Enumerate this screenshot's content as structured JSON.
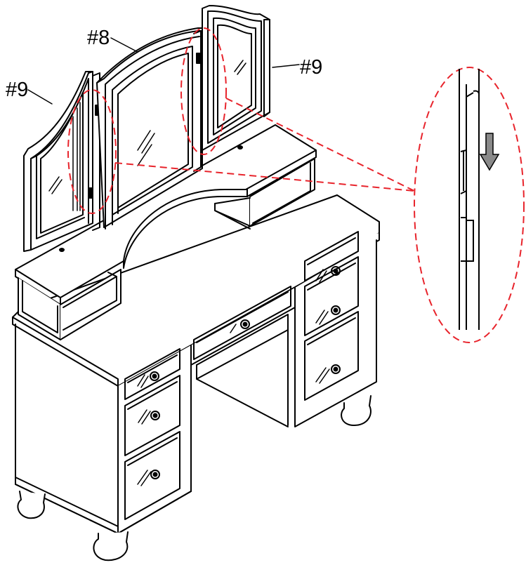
{
  "callouts": {
    "center_mirror": "#8",
    "left_mirror": "#9",
    "right_mirror": "#9"
  },
  "colors": {
    "line": "#000000",
    "detail_highlight": "#e8242c",
    "arrow_fill": "#8a8a8a",
    "background": "#ffffff"
  },
  "detail": {
    "arrow_direction": "down",
    "arrow_icon": "down-arrow-icon"
  }
}
